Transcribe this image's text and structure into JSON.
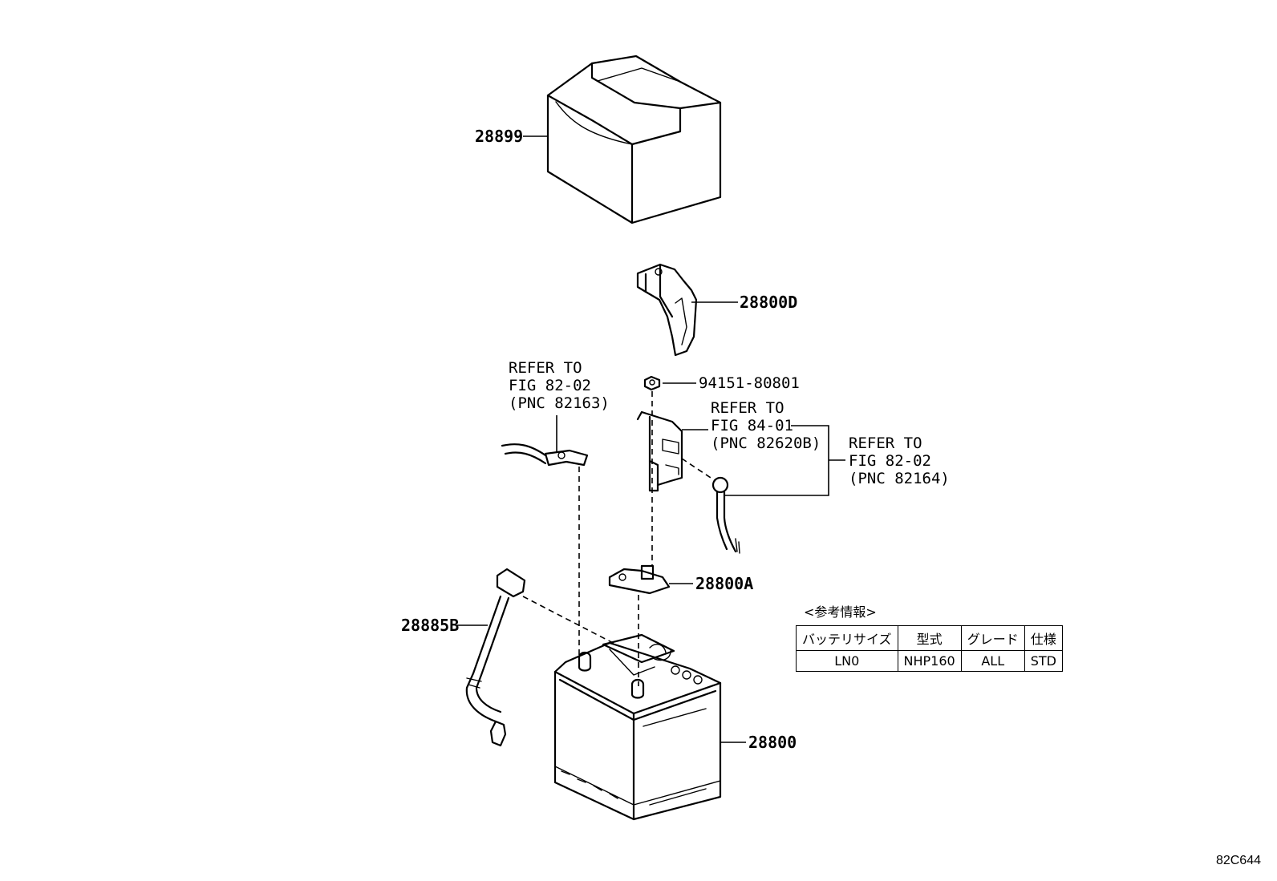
{
  "parts": {
    "cover": "28899",
    "terminal_cover": "28800D",
    "nut": "94151-80801",
    "clamp": "28800A",
    "sensor_cable": "28885B",
    "battery": "28800"
  },
  "refs": {
    "ref1": [
      "REFER TO",
      "FIG 82-02",
      "(PNC 82163)"
    ],
    "ref2": [
      "REFER TO",
      "FIG 84-01",
      "(PNC 82620B)"
    ],
    "ref3": [
      "REFER TO",
      "FIG 82-02",
      "(PNC 82164)"
    ]
  },
  "reference_info": {
    "title": "<参考情報>",
    "headers": [
      "バッテリサイズ",
      "型式",
      "グレード",
      "仕様"
    ],
    "row": [
      "LN0",
      "NHP160",
      "ALL",
      "STD"
    ]
  },
  "figure_code": "82C644"
}
